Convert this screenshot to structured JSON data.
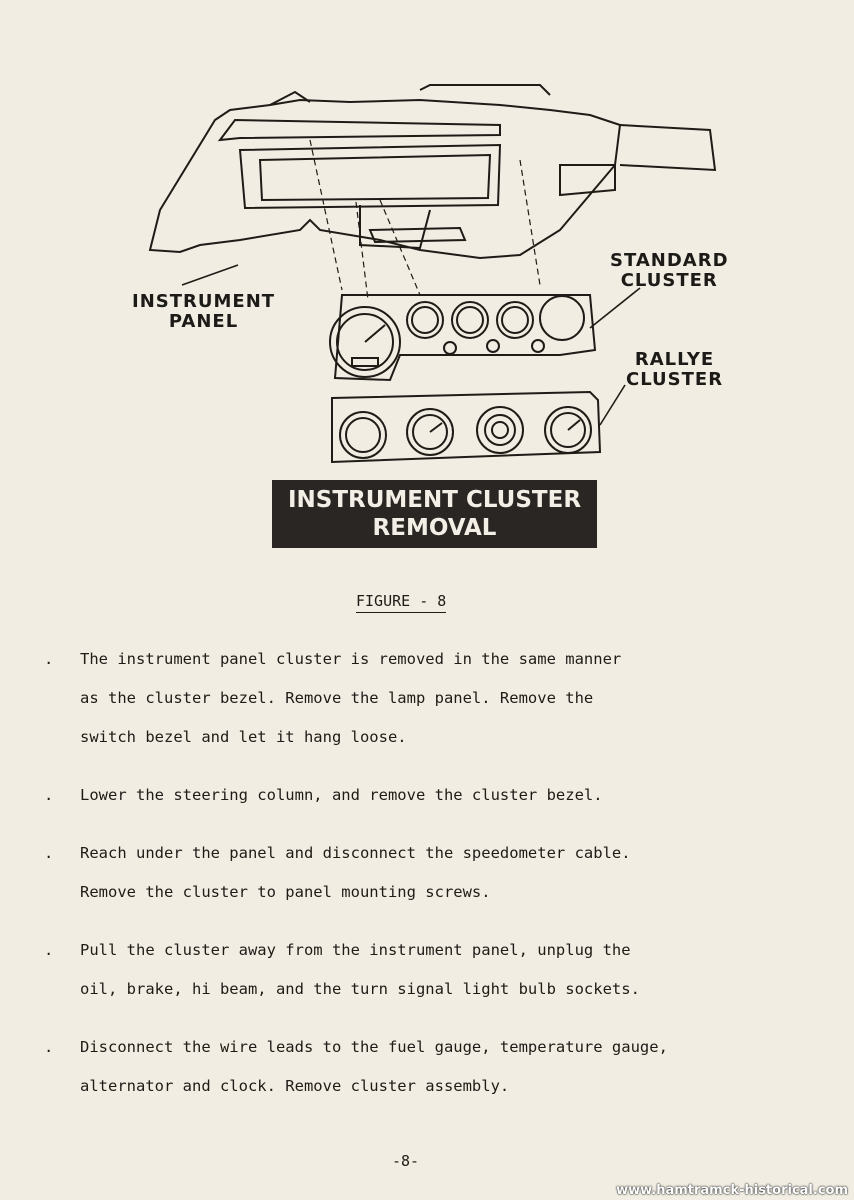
{
  "figure": {
    "callouts": {
      "instrument_panel": [
        "INSTRUMENT",
        "PANEL"
      ],
      "standard_cluster": [
        "STANDARD",
        "CLUSTER"
      ],
      "rallye_cluster": [
        "RALLYE",
        "CLUSTER"
      ]
    },
    "title": [
      "INSTRUMENT CLUSTER",
      "REMOVAL"
    ],
    "caption": "FIGURE - 8"
  },
  "steps": [
    {
      "bullet": ".",
      "lines": [
        "The instrument panel cluster is removed in the same manner",
        "as the cluster bezel.  Remove the lamp panel.  Remove the",
        "switch bezel and let it hang loose."
      ]
    },
    {
      "bullet": ".",
      "lines": [
        "Lower the steering column, and remove the cluster bezel."
      ]
    },
    {
      "bullet": ".",
      "lines": [
        "Reach under the panel and disconnect the speedometer cable.",
        "Remove the cluster to panel mounting screws."
      ]
    },
    {
      "bullet": ".",
      "lines": [
        "Pull the cluster away from the instrument panel, unplug the",
        "oil, brake, hi beam, and the turn signal light bulb sockets."
      ]
    },
    {
      "bullet": ".",
      "lines": [
        "Disconnect the wire leads to the fuel gauge, temperature gauge,",
        "alternator and clock.  Remove cluster assembly."
      ]
    }
  ],
  "page_number": "-8-",
  "watermark": "www.hamtramck-historical.com"
}
